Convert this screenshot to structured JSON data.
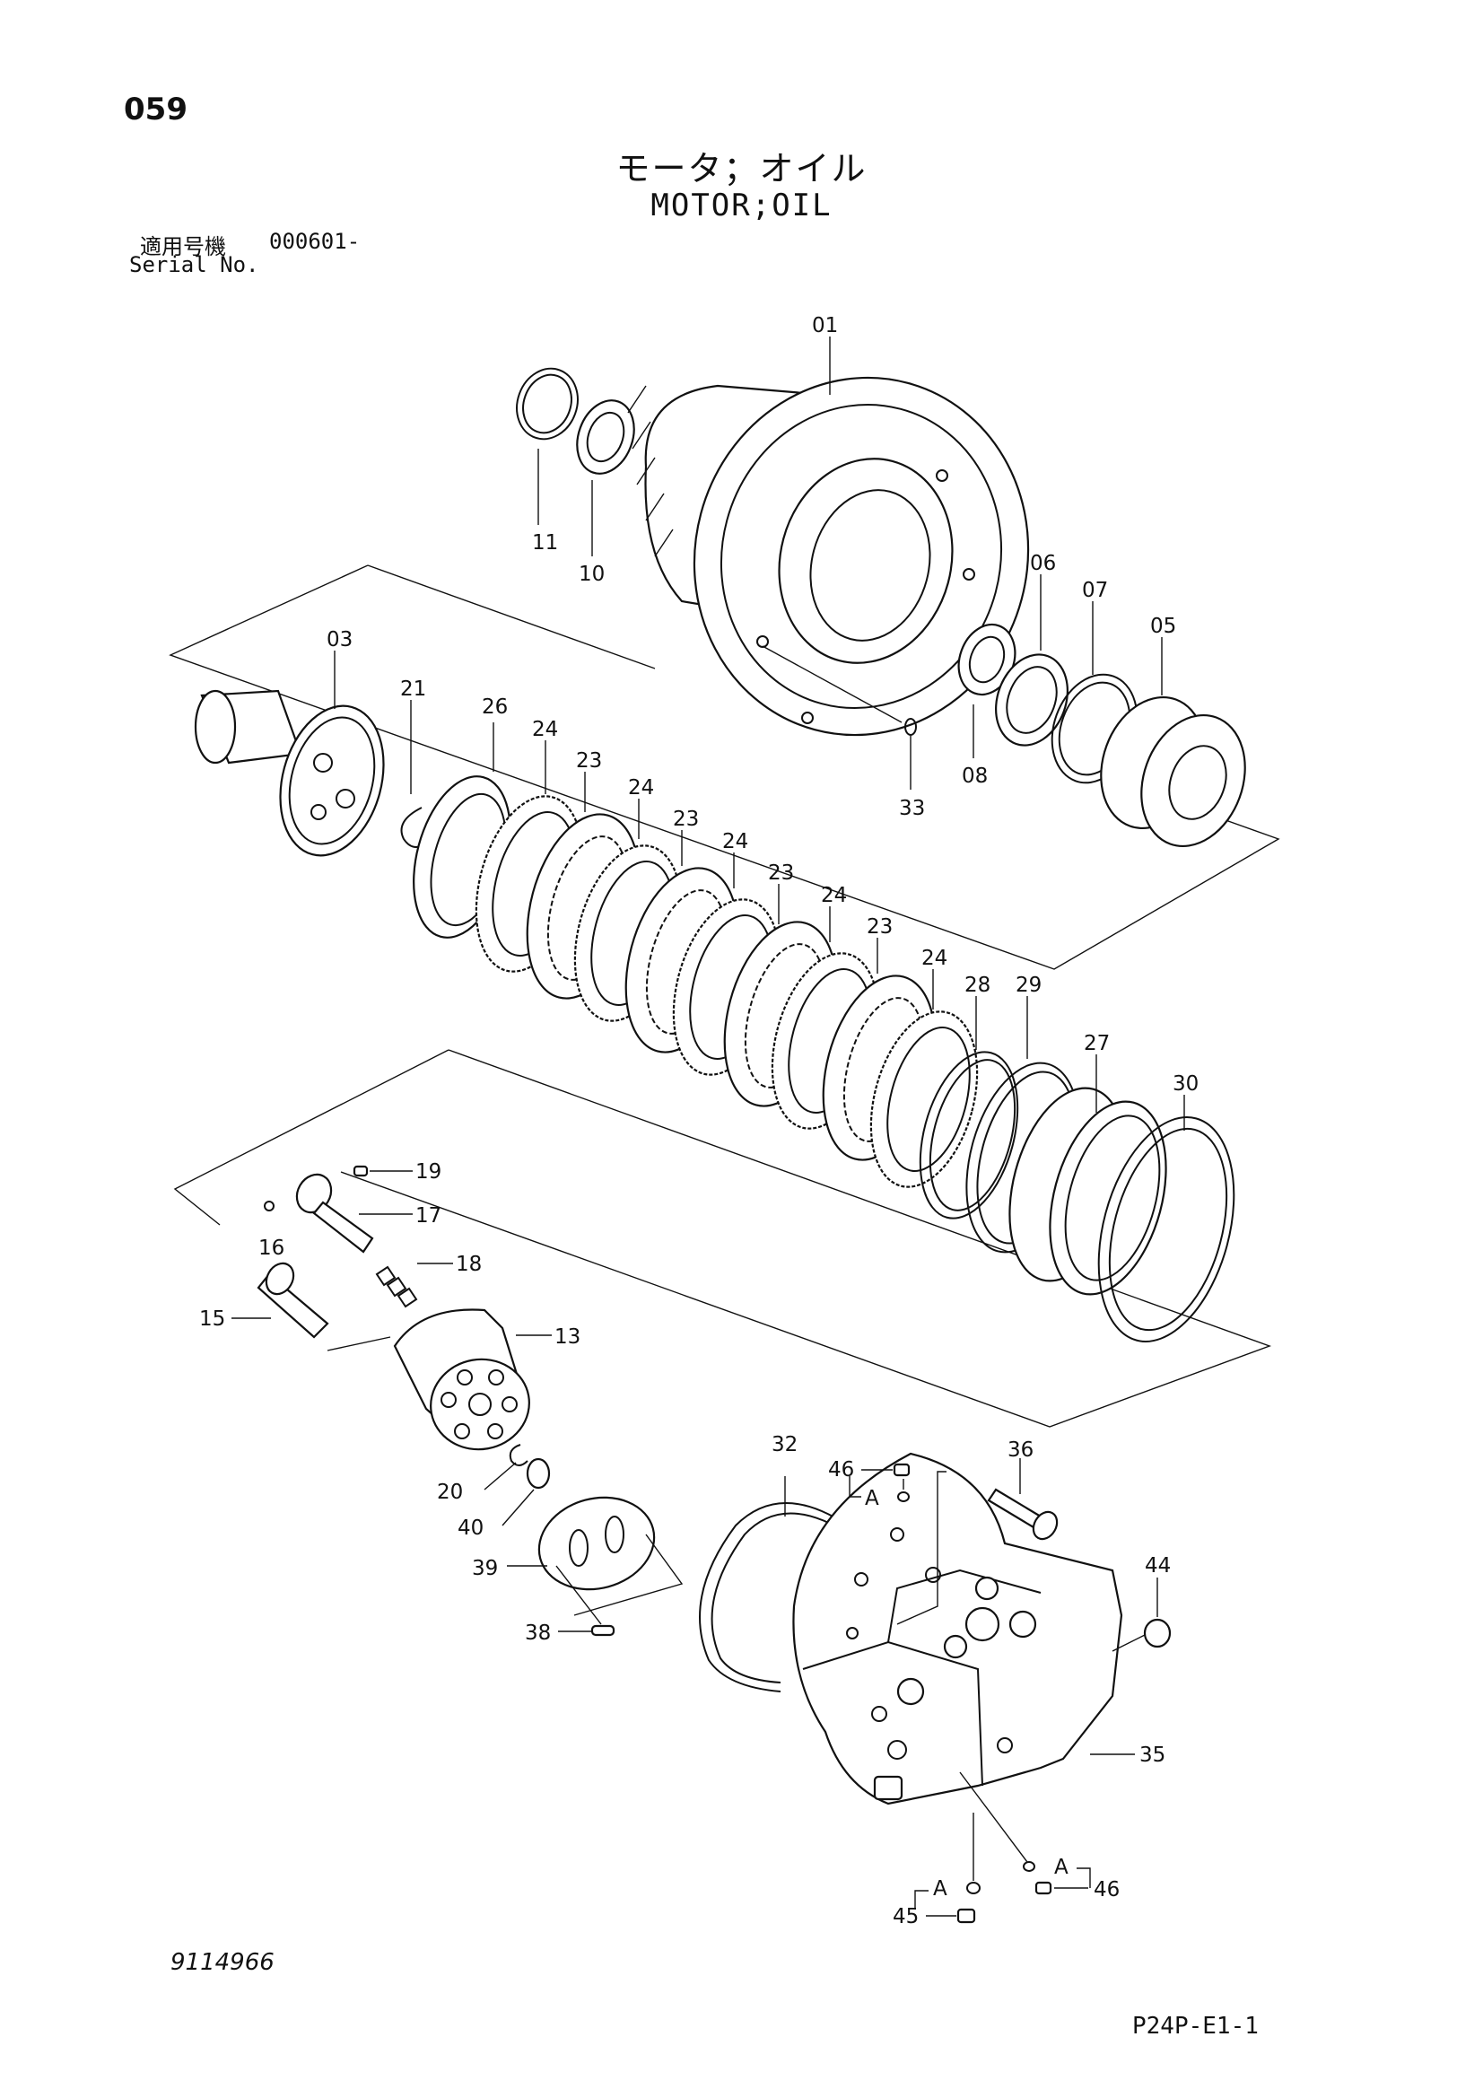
{
  "page": {
    "number": "059",
    "title_ja": "モータ；オイル",
    "title_en": "MOTOR;OIL",
    "serial_label_ja": "適用号機",
    "serial_number": "000601-",
    "serial_label_en": "Serial No.",
    "doc_number": "9114966",
    "page_code": "P24P-E1-1"
  },
  "callouts": {
    "p01": "01",
    "p03": "03",
    "p05": "05",
    "p06": "06",
    "p07": "07",
    "p08": "08",
    "p10": "10",
    "p11": "11",
    "p13": "13",
    "p15": "15",
    "p16": "16",
    "p17": "17",
    "p18": "18",
    "p19": "19",
    "p20": "20",
    "p21": "21",
    "p23a": "23",
    "p23b": "23",
    "p23c": "23",
    "p23d": "23",
    "p24a": "24",
    "p24b": "24",
    "p24c": "24",
    "p24d": "24",
    "p24e": "24",
    "p26": "26",
    "p27": "27",
    "p28": "28",
    "p29": "29",
    "p30": "30",
    "p32": "32",
    "p33": "33",
    "p35": "35",
    "p36": "36",
    "p38": "38",
    "p39": "39",
    "p40": "40",
    "p44": "44",
    "p45": "45",
    "p46a": "46",
    "p46b": "46",
    "refA1": "A",
    "refA2": "A",
    "refA3": "A"
  }
}
